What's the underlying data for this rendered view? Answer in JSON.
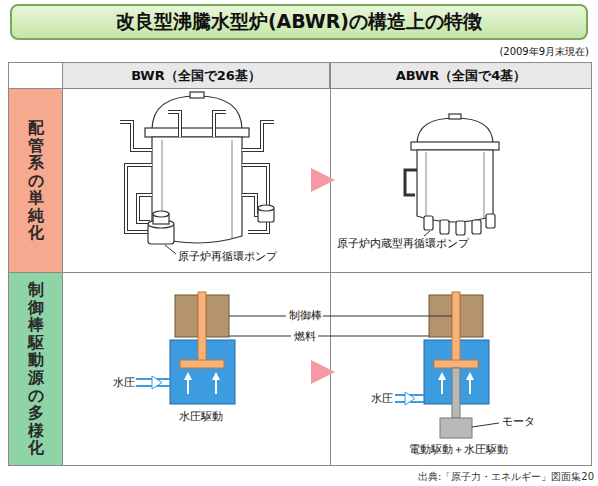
{
  "diagram": {
    "title": "改良型沸騰水型炉(ABWR)の構造上の特徴",
    "caption": "出典:「原子力・エネルギー」図面集20",
    "nodes": [
      {
        "text": [
          "改良型沸騰水型炉(ABWR)の構造上の特徴"
        ]
      },
      {
        "text": [
          "BWR（全国で26基）"
        ]
      },
      {
        "text": [
          "ABWR（全国で4基）"
        ]
      },
      {
        "text": [
          "配管系の単純化"
        ]
      },
      {
        "text": [
          "制御棒駆動源の多様化"
        ]
      }
    ],
    "labels": [
      "(2009年9月末現在)",
      "原子炉再循環ポンプ",
      "原子炉内蔵型再循環ポンプ",
      "制御棒",
      "燃料",
      "水圧",
      "水圧駆動",
      "水圧",
      "モータ",
      "電動駆動＋水圧駆動"
    ]
  }
}
